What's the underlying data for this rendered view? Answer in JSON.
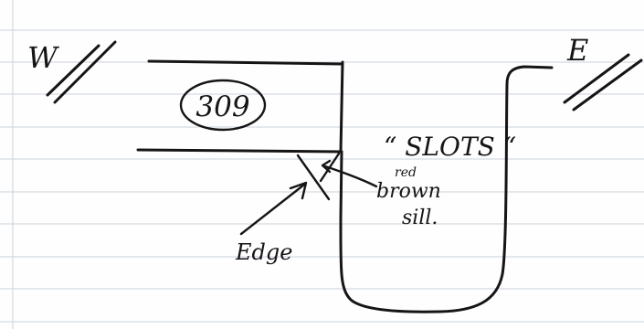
{
  "sketch": {
    "west_label": "W",
    "east_label": "E",
    "block_number": "309",
    "slots_note": "“ SLOTS “",
    "note_line_1": "red",
    "note_line_2": "brown",
    "note_line_3": "sill.",
    "edge_label": "Edge"
  }
}
